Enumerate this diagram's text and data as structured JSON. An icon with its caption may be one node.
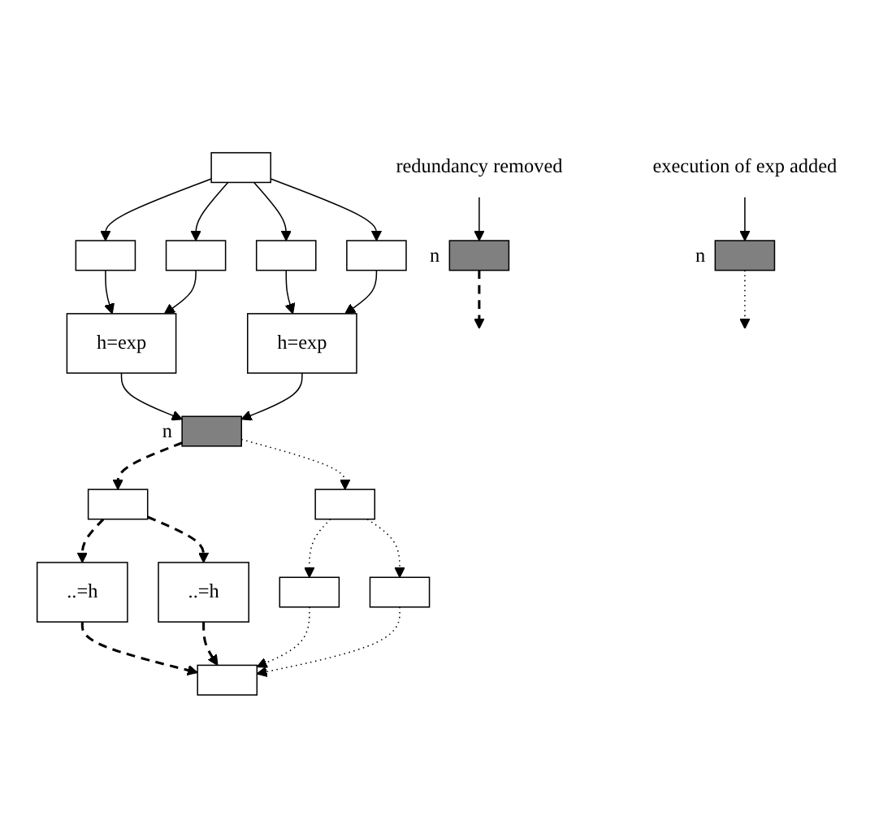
{
  "diagram": {
    "nodes": [
      {
        "text": [],
        "shape": "box"
      },
      {
        "text": [],
        "shape": "box"
      },
      {
        "text": [],
        "shape": "box"
      },
      {
        "text": [],
        "shape": "box"
      },
      {
        "text": [],
        "shape": "box"
      },
      {
        "text": [
          "redundancy removed"
        ]
      },
      {
        "text": [
          "h=exp"
        ]
      },
      {
        "text": [
          "h=exp"
        ]
      },
      {
        "text": [
          "execution of exp added"
        ]
      },
      {
        "text": [],
        "shape": "box",
        "beside": [
          "n"
        ]
      },
      {
        "text": [],
        "shape": "box",
        "beside": [
          "n"
        ]
      },
      {
        "text": [],
        "shape": "box",
        "beside": [
          "n"
        ]
      },
      {
        "text": [],
        "shape": "box"
      },
      {
        "text": [],
        "shape": "box"
      },
      {
        "text": [
          "..=h"
        ]
      },
      {
        "text": [
          "..=h"
        ]
      },
      {
        "text": [],
        "shape": "box"
      },
      {
        "text": [],
        "shape": "box"
      },
      {
        "text": [],
        "shape": "box"
      }
    ],
    "edges": [
      {
        "from": 0,
        "to": 1,
        "arrow": "to"
      },
      {
        "from": 0,
        "to": 2,
        "arrow": "to"
      },
      {
        "from": 0,
        "to": 3,
        "arrow": "to"
      },
      {
        "from": 0,
        "to": 4,
        "arrow": "to"
      },
      {
        "from": 1,
        "to": 6,
        "arrow": "to"
      },
      {
        "from": 2,
        "to": 6,
        "arrow": "to"
      },
      {
        "from": 3,
        "to": 7,
        "arrow": "to"
      },
      {
        "from": 4,
        "to": 7,
        "arrow": "to"
      },
      {
        "from": 5,
        "to": 9,
        "arrow": "to"
      },
      {
        "from": 6,
        "to": 10,
        "arrow": "to"
      },
      {
        "from": 7,
        "to": 10,
        "arrow": "to"
      },
      {
        "from": 8,
        "to": 11,
        "arrow": "to"
      },
      {
        "from": 9,
        "to": null,
        "arrow": "to",
        "style": "dashed"
      },
      {
        "from": 10,
        "to": 12,
        "arrow": "to",
        "style": "dashed"
      },
      {
        "from": 10,
        "to": 13,
        "arrow": "to",
        "style": "dashed"
      },
      {
        "from": 11,
        "to": null,
        "arrow": "to",
        "style": "dashed"
      },
      {
        "from": 12,
        "to": 14,
        "arrow": "to",
        "style": "dashed"
      },
      {
        "from": 12,
        "to": 15,
        "arrow": "to",
        "style": "dashed"
      },
      {
        "from": 13,
        "to": 16,
        "arrow": "to",
        "style": "dashed"
      },
      {
        "from": 13,
        "to": 17,
        "arrow": "to",
        "style": "dashed"
      },
      {
        "from": 14,
        "to": 18,
        "arrow": "to",
        "style": "dashed"
      },
      {
        "from": 15,
        "to": 18,
        "arrow": "to",
        "style": "dashed"
      },
      {
        "from": 16,
        "to": 18,
        "arrow": "to",
        "style": "dashed"
      },
      {
        "from": 17,
        "to": 18,
        "arrow": "to",
        "style": "dashed"
      }
    ]
  }
}
